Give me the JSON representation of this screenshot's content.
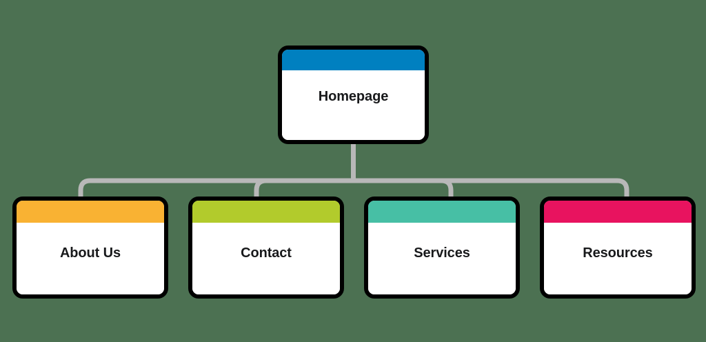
{
  "diagram": {
    "type": "sitemap-tree",
    "background_color": "#4c7152",
    "connector_color": "#b8b8b8",
    "border_color": "#000000",
    "card_background": "#ffffff",
    "label_color": "#18191b",
    "root": {
      "id": "homepage",
      "label": "Homepage",
      "header_color": "#0080c0"
    },
    "children": [
      {
        "id": "about-us",
        "label": "About Us",
        "header_color": "#f9b233"
      },
      {
        "id": "contact",
        "label": "Contact",
        "header_color": "#b2cb2c"
      },
      {
        "id": "services",
        "label": "Services",
        "header_color": "#47bfa5"
      },
      {
        "id": "resources",
        "label": "Resources",
        "header_color": "#e8135f"
      }
    ]
  }
}
